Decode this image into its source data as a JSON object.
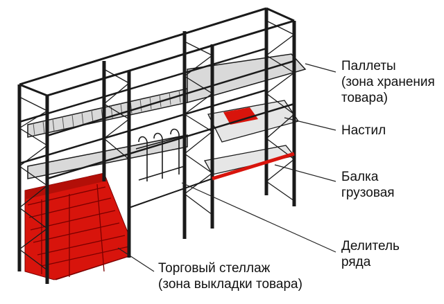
{
  "labels": {
    "pallets": [
      "Паллеты",
      "(зона хранения",
      "товара)"
    ],
    "decking": [
      "Настил"
    ],
    "beam": [
      "Балка",
      "грузовая"
    ],
    "divider": [
      "Делитель",
      "ряда"
    ],
    "retail_rack": [
      "Торговый стеллаж",
      "(зона выкладки товара)"
    ]
  },
  "colors": {
    "frame": "#1a1a1a",
    "highlight": "#d8140c",
    "pallet_fill": "#d9d9d9",
    "leader": "#222222"
  }
}
